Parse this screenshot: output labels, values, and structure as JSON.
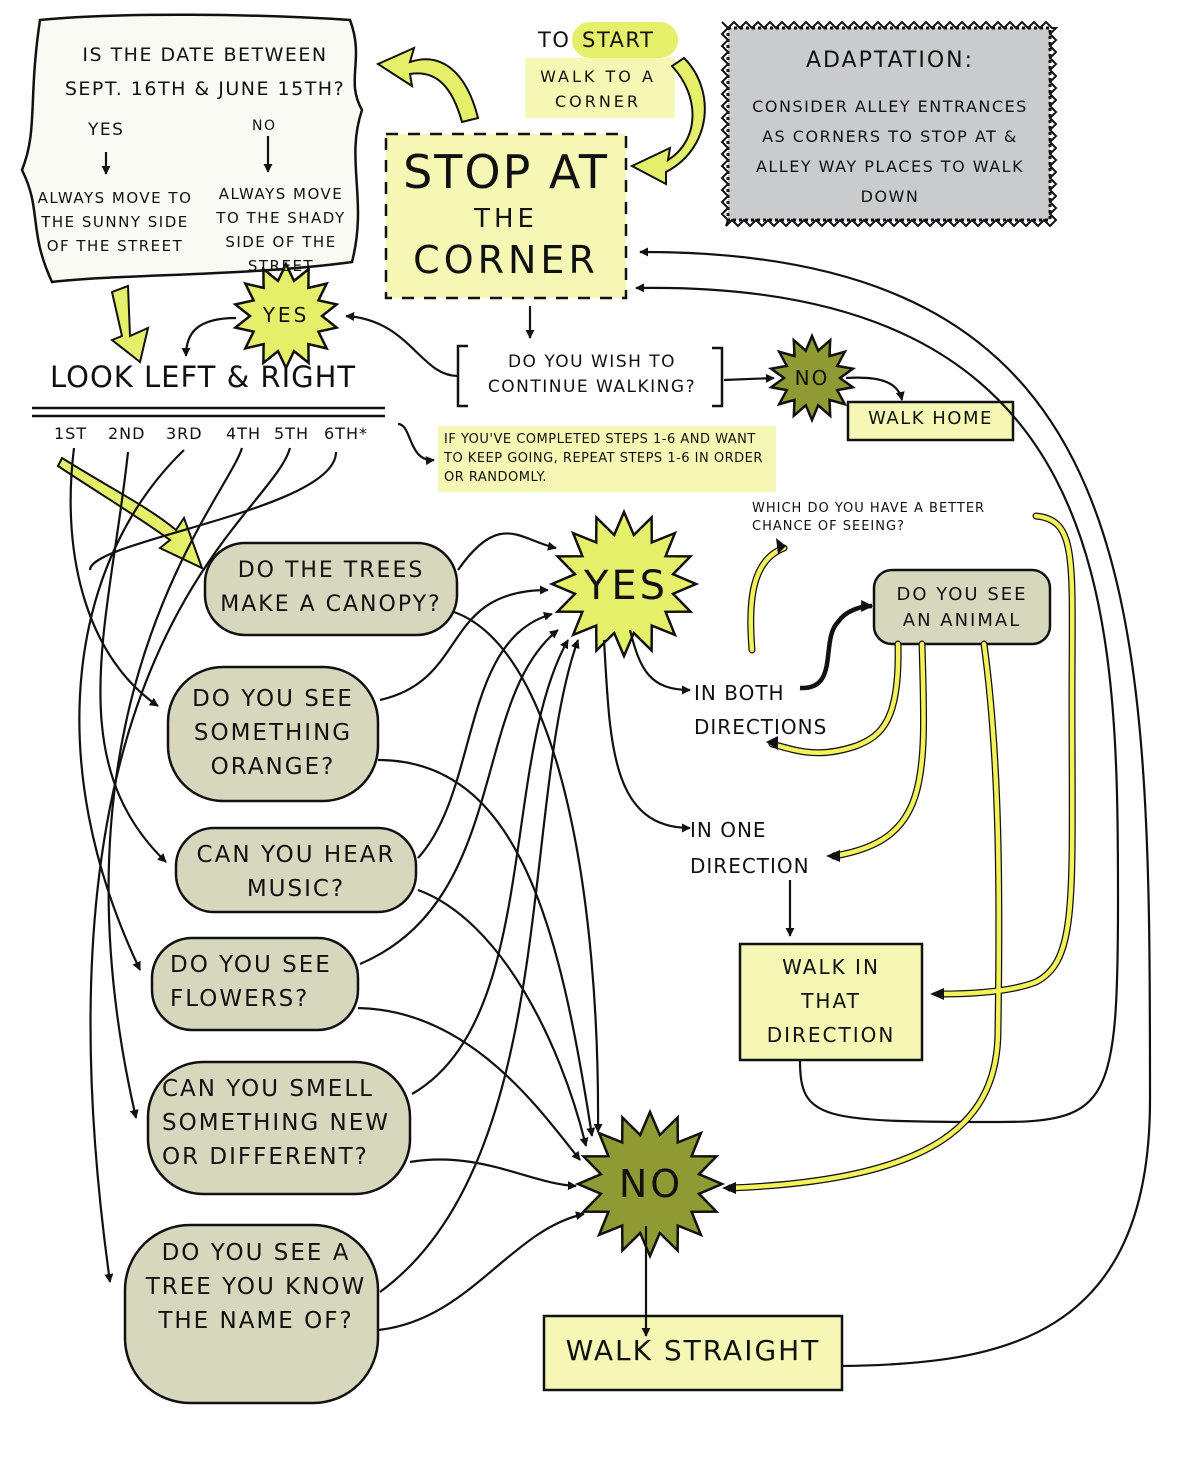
{
  "colors": {
    "pale_yellow": "#f4f8b4",
    "chartreuse": "#e5ef6a",
    "olive": "#909a32",
    "sage": "#d6d7bd",
    "grey_box": "#c9cbcc",
    "ink": "#111111",
    "yellow_dash": "#f2f25a"
  },
  "icon_names": [
    "curved-arrow",
    "starburst",
    "arrowhead"
  ],
  "intro": {
    "question": "IS THE DATE BETWEEN SEPT. 16TH & JUNE 15TH?",
    "yes": "YES",
    "no": "NO",
    "yes_action": "ALWAYS MOVE TO THE SUNNY SIDE OF THE STREET",
    "no_action": "ALWAYS MOVE TO THE SHADY SIDE OF THE STREET"
  },
  "start": {
    "to": "TO",
    "start": "START",
    "walk_to_corner": "WALK TO A CORNER"
  },
  "adaptation": {
    "title": "ADAPTATION:",
    "text": "CONSIDER ALLEY ENTRANCES AS CORNERS TO STOP AT & ALLEY WAY PLACES TO WALK DOWN"
  },
  "stop": {
    "line1": "STOP AT",
    "line2": "THE",
    "line3": "CORNER"
  },
  "continue_q": "DO YOU WISH TO CONTINUE WALKING?",
  "yes_top": "YES",
  "no_top": "NO",
  "walk_home": "WALK HOME",
  "look": {
    "title": "LOOK LEFT & RIGHT",
    "steps": [
      "1ST",
      "2ND",
      "3RD",
      "4TH",
      "5TH",
      "6TH*"
    ]
  },
  "repeat_note": "IF YOU'VE COMPLETED STEPS 1-6 AND WANT TO KEEP GOING, REPEAT STEPS 1-6 IN ORDER OR RANDOMLY.",
  "questions": [
    "DO THE TREES MAKE A CANOPY?",
    "DO YOU SEE SOMETHING ORANGE?",
    "CAN YOU HEAR MUSIC?",
    "DO YOU SEE FLOWERS?",
    "CAN YOU SMELL SOMETHING NEW OR DIFFERENT?",
    "DO YOU SEE A TREE YOU KNOW THE NAME OF?"
  ],
  "yes_mid": "YES",
  "no_mid": "NO",
  "both_directions": "IN BOTH DIRECTIONS",
  "one_direction": "IN ONE DIRECTION",
  "better_chance": "WHICH DO YOU HAVE A BETTER CHANCE OF SEEING?",
  "animal_q": "DO YOU SEE AN ANIMAL",
  "walk_that": "WALK IN THAT DIRECTION",
  "walk_straight": "WALK STRAIGHT"
}
